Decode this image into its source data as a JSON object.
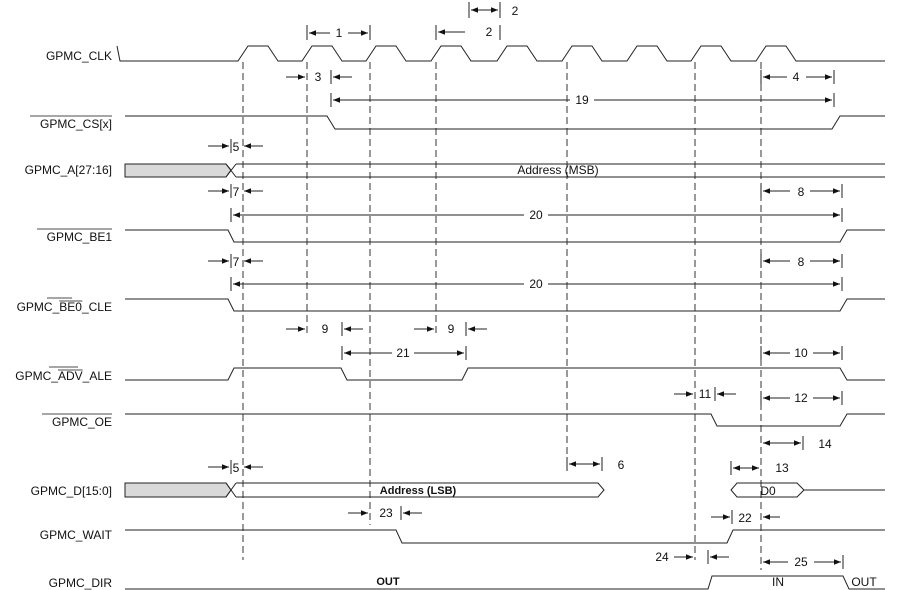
{
  "signals": {
    "clk": {
      "label": "GPMC_CLK"
    },
    "cs": {
      "label": "GPMC_CS[x]"
    },
    "a": {
      "label": "GPMC_A[27:16]"
    },
    "be1": {
      "label": "GPMC_BE1"
    },
    "be0": {
      "label_a": "GPMC_",
      "label_b": "BE0",
      "label_c": "_CLE"
    },
    "adv": {
      "label_a": "GPMC_",
      "label_b": "ADV",
      "label_c": "_ALE"
    },
    "oe": {
      "label": "GPMC_OE"
    },
    "d": {
      "label": "GPMC_D[15:0]"
    },
    "wait": {
      "label": "GPMC_WAIT"
    },
    "dir": {
      "label": "GPMC_DIR"
    }
  },
  "bus_values": {
    "address_msb": "Address (MSB)",
    "address_lsb": "Address (LSB)",
    "d0": "D0",
    "dir_out": "OUT",
    "dir_in": "IN",
    "dir_out_end": "OUT"
  },
  "params": {
    "p1": "1",
    "p2a": "2",
    "p2b": "2",
    "p3": "3",
    "p4": "4",
    "p5a": "5",
    "p5b": "5",
    "p6": "6",
    "p7a": "7",
    "p7b": "7",
    "p8a": "8",
    "p8b": "8",
    "p9a": "9",
    "p9b": "9",
    "p10": "10",
    "p11": "11",
    "p12": "12",
    "p13": "13",
    "p14": "14",
    "p19": "19",
    "p20a": "20",
    "p20b": "20",
    "p21": "21",
    "p22": "22",
    "p23": "23",
    "p24": "24",
    "p25": "25"
  }
}
